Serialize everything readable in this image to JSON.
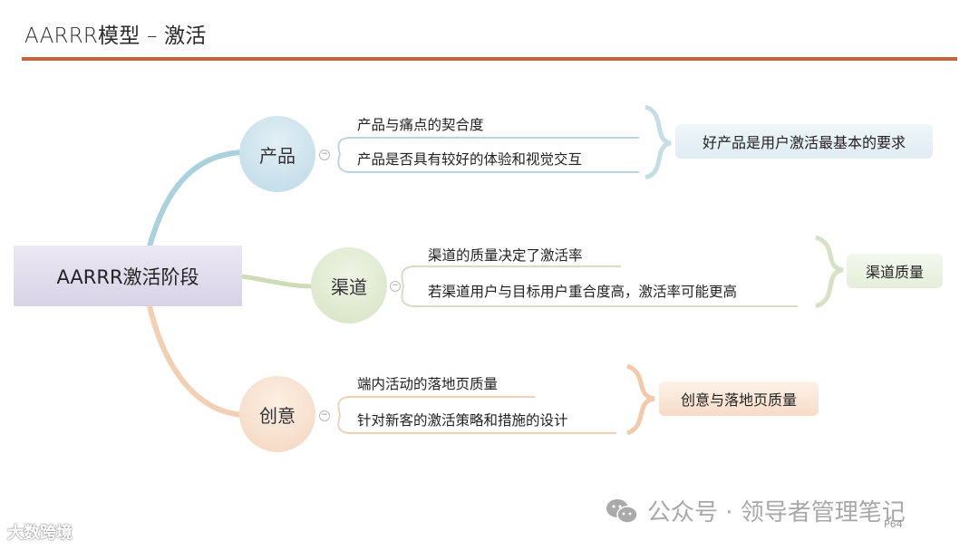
{
  "header": {
    "title": "AARRR模型 – 激活"
  },
  "mindmap": {
    "root": "AARRR激活阶段",
    "branches": [
      {
        "label": "产品",
        "color": "#9fcbdc",
        "items": [
          "产品与痛点的契合度",
          "产品是否具有较好的体验和视觉交互"
        ],
        "summary": "好产品是用户激活最基本的要求"
      },
      {
        "label": "渠道",
        "color": "#c3d6a9",
        "items": [
          "渠道的质量决定了激活率",
          "若渠道用户与目标用户重合度高，激活率可能更高"
        ],
        "summary": "渠道质量"
      },
      {
        "label": "创意",
        "color": "#f1c6a4",
        "items": [
          "端内活动的落地页质量",
          "针对新客的激活策略和措施的设计"
        ],
        "summary": "创意与落地页质量"
      }
    ],
    "collapse_symbol": "−"
  },
  "footer": {
    "watermark": "公众号 · 领导者管理笔记",
    "page_number": "P64",
    "brand": "大数跨境"
  }
}
